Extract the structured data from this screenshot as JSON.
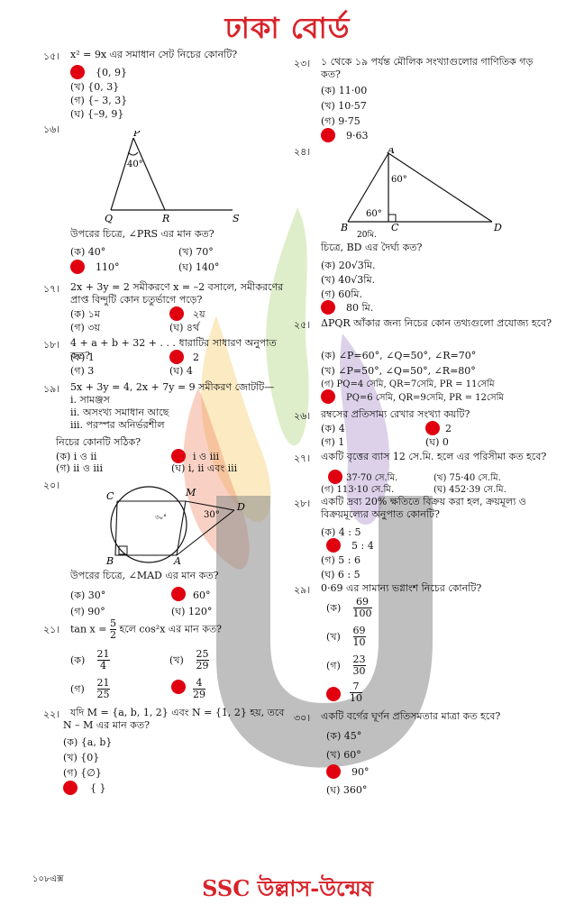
{
  "header": {
    "title": "ঢাকা বোর্ড"
  },
  "footer": {
    "page": "১০৮এক্স",
    "brand": "SSC উল্লাস-উন্মেষ"
  },
  "questions": {
    "q15": {
      "num": "১৫।",
      "stem": "x² = 9x এর সমাধান সেট নিচের কোনটি?",
      "opts": [
        "{0, 9}",
        "(খ)  {0, 3}",
        "(গ)  {– 3, 3}",
        "(ঘ)  {–9, 9}"
      ]
    },
    "q16": {
      "num": "১৬।",
      "stem": "উপরের চিত্রে, ∠PRS এর মান কত?",
      "fig": {
        "p": "P",
        "q": "Q",
        "r": "R",
        "s": "S",
        "angle": "40°"
      },
      "opts": [
        "(ক)  40°",
        "(খ)  70°",
        "110°",
        "(ঘ)  140°"
      ]
    },
    "q17": {
      "num": "১৭।",
      "stem": "2x + 3y = 2 সমীকরণে x = –2 বসালে, সমীকরণের প্রাপ্ত বিন্দুটি কোন চতুর্ভাগে পড়ে?",
      "opts": [
        "(ক)  ১ম",
        "২য়",
        "(গ)  ৩য়",
        "(ঘ)  ৪র্থ"
      ]
    },
    "q18": {
      "num": "১৮।",
      "stem": "4 + a + b + 32 + . . . ধারাটির সাধারণ অনুপাত কত?",
      "opts": [
        "(ক)  1",
        "2",
        "(গ)  3",
        "(ঘ)  4"
      ]
    },
    "q19": {
      "num": "১৯।",
      "stem": "5x + 3y = 4, 2x + 7y = 9 সমীকরণ জোটটি—",
      "items": [
        "i.  সামঞ্জস",
        "ii.  অসংখ্য সমাধান আছে",
        "iii.  পরস্পর অনির্ভরশীল"
      ],
      "sub": "নিচের কোনটি সঠিক?",
      "opts": [
        "(ক)  i ও ii",
        "i ও iii",
        "(গ)  ii ও iii",
        "(ঘ)  i, ii এবং iii"
      ]
    },
    "q20": {
      "num": "২০।",
      "stem": "উপরের চিত্রে, ∠MAD এর মান কত?",
      "fig": {
        "a": "A",
        "b": "B",
        "c": "C",
        "d": "D",
        "m": "M",
        "angle": "30°",
        "inner": "৩০°"
      },
      "opts": [
        "(ক)  30°",
        "60°",
        "(গ)  90°",
        "(ঘ)  120°"
      ]
    },
    "q21": {
      "num": "২১।",
      "stem_a": "tan x =",
      "num5": "5",
      "den2": "2",
      "stem_b": "হলে cos²x এর মান কত?",
      "opts": [
        {
          "l": "(ক)",
          "t": "21",
          "b": "4"
        },
        {
          "l": "(খ)",
          "t": "25",
          "b": "29"
        },
        {
          "l": "(গ)",
          "t": "21",
          "b": "25"
        },
        {
          "l": "",
          "t": "4",
          "b": "29"
        }
      ]
    },
    "q22": {
      "num": "২২।",
      "stem": "যদি M = {a, b, 1, 2} এবং N = {1, 2} হয়, তবে",
      "stem2": "N – M এর মান কত?",
      "opts": [
        "(ক)  {a, b}",
        "(খ)  {0}",
        "(গ)  {∅}",
        "{ }"
      ]
    },
    "q23": {
      "num": "২৩।",
      "stem": "১ থেকে ১৯ পর্যন্ত মৌলিক সংখ্যাগুলোর গাণিতিক গড় কত?",
      "opts": [
        "(ক)  11·00",
        "(খ)  10·57",
        "(গ)  9·75",
        "9·63"
      ]
    },
    "q24": {
      "num": "২৪।",
      "stem": "চিত্রে, BD এর দৈর্ঘ্য কত?",
      "fig": {
        "a": "A",
        "b": "B",
        "c": "C",
        "d": "D",
        "a60": "60°",
        "b60": "60°",
        "len": "20মি."
      },
      "opts": [
        "(ক)  20√3মি.",
        "(খ)  40√3মি.",
        "(গ)  60মি.",
        "80 মি."
      ]
    },
    "q25": {
      "num": "২৫।",
      "stem": "ΔPQR আঁকার জন্য নিচের কোন তথ্যগুলো প্রযোজ্য হবে?",
      "opts": [
        "(ক)  ∠P=60°,    ∠Q=50°,    ∠R=70°",
        "(খ)  ∠P=50°,    ∠Q=50°,    ∠R=80°",
        "(গ)  PQ=4 সেমি,   QR=7সেমি,   PR = 11সেমি",
        "PQ=6 সেমি,   QR=9সেমি,   PR = 12সেমি"
      ]
    },
    "q26": {
      "num": "২৬।",
      "stem": "রম্বসের প্রতিসাম্য রেখার সংখ্যা কয়টি?",
      "opts": [
        "(ক)  4",
        "2",
        "(গ)  1",
        "(ঘ)  0"
      ]
    },
    "q27": {
      "num": "২৭।",
      "stem": "একটি বৃত্তের ব্যাস 12 সে.মি. হলে এর পরিসীমা কত হবে?",
      "opts": [
        "37·70 সে.মি.",
        "(খ)  75·40 সে.মি.",
        "(গ)  113·10 সে.মি.",
        "(ঘ)  452·39 সে.মি."
      ]
    },
    "q28": {
      "num": "২৮।",
      "stem": "একটি দ্রব্য 20% ক্ষতিতে বিক্রয় করা হল, ক্রয়মূল্য ও বিক্রয়মূল্যের অনুপাত কোনটি?",
      "opts": [
        "(ক)  4 : 5",
        "5 : 4",
        "(গ)  5 : 6",
        "(ঘ)  6 : 5"
      ]
    },
    "q29": {
      "num": "২৯।",
      "stem": "0·69 এর সামান্য ভগ্নাংশ নিচের কোনটি?",
      "opts": [
        {
          "l": "(ক)",
          "t": "69",
          "b": "100"
        },
        {
          "l": "(খ)",
          "t": "69",
          "b": "10"
        },
        {
          "l": "(গ)",
          "t": "23",
          "b": "30"
        },
        {
          "l": "",
          "t": "7",
          "b": "10"
        }
      ]
    },
    "q30": {
      "num": "৩০।",
      "stem": "একটি বর্গের ঘূর্ণন প্রতিসমতার মাত্রা কত হবে?",
      "opts": [
        "(ক)  45°",
        "(খ)  60°",
        "90°",
        "(ঘ)  360°"
      ]
    }
  }
}
